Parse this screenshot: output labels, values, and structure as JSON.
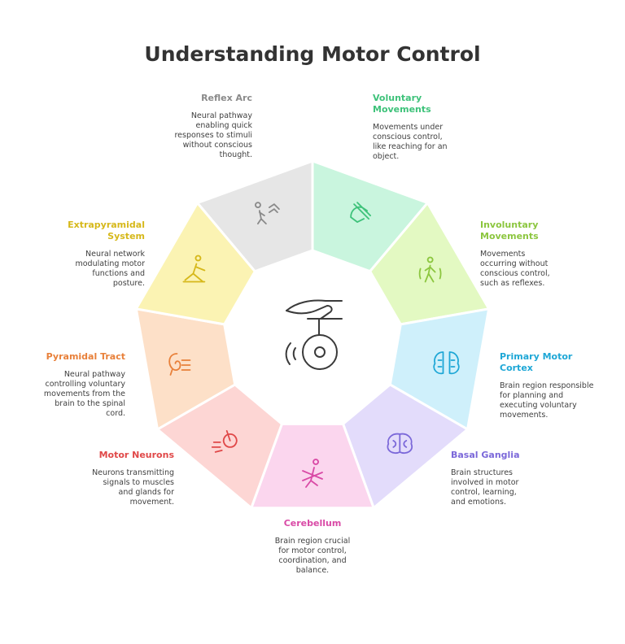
{
  "title": "Understanding Motor Control",
  "center_icon": "hand-wheel-icon",
  "segments": [
    {
      "key": "voluntary",
      "head": "Voluntary\nMovements",
      "desc": "Movements under\nconscious control,\nlike reaching for an\nobject.",
      "color": "#3ec27a",
      "fill": "#c9f5de",
      "icon": "hand-grip-icon"
    },
    {
      "key": "involuntary",
      "head": "Involuntary\nMovements",
      "desc": "Movements\noccurring without\nconscious control,\nsuch as reflexes.",
      "color": "#8cc63f",
      "fill": "#e3f9c2",
      "icon": "walking-person-icon"
    },
    {
      "key": "primary",
      "head": "Primary Motor\nCortex",
      "desc": "Brain region responsible\nfor planning and\nexecuting voluntary\nmovements.",
      "color": "#1ea7d6",
      "fill": "#cff0fb",
      "icon": "brain-circuit-icon"
    },
    {
      "key": "basal",
      "head": "Basal Ganglia",
      "desc": "Brain structures\ninvolved in motor\ncontrol, learning,\nand emotions.",
      "color": "#7b68d9",
      "fill": "#e3dcfb",
      "icon": "brain-icon"
    },
    {
      "key": "cerebellum",
      "head": "Cerebellum",
      "desc": "Brain region crucial\nfor motor control,\ncoordination, and\nbalance.",
      "color": "#d94aa6",
      "fill": "#fbd6ee",
      "icon": "balance-figure-icon"
    },
    {
      "key": "motor_neurons",
      "head": "Motor Neurons",
      "desc": "Neurons transmitting\nsignals to muscles\nand glands for\nmovement.",
      "color": "#e04848",
      "fill": "#fdd6d4",
      "icon": "wrecking-ball-icon"
    },
    {
      "key": "pyramidal",
      "head": "Pyramidal Tract",
      "desc": "Neural pathway\ncontrolling voluntary\nmovements from the\nbrain to the spinal\ncord.",
      "color": "#e8803a",
      "fill": "#fde0c8",
      "icon": "neural-pathway-icon"
    },
    {
      "key": "extrapyramidal",
      "head": "Extrapyramidal\nSystem",
      "desc": "Neural network\nmodulating motor\nfunctions and\nposture.",
      "color": "#d6b81a",
      "fill": "#fbf3b3",
      "icon": "exercise-figure-icon"
    },
    {
      "key": "reflex",
      "head": "Reflex Arc",
      "desc": "Neural pathway\nenabling quick\nresponses to stimuli\nwithout conscious\nthought.",
      "color": "#8a8a8a",
      "fill": "#e6e6e6",
      "icon": "reflex-figure-icon"
    }
  ]
}
